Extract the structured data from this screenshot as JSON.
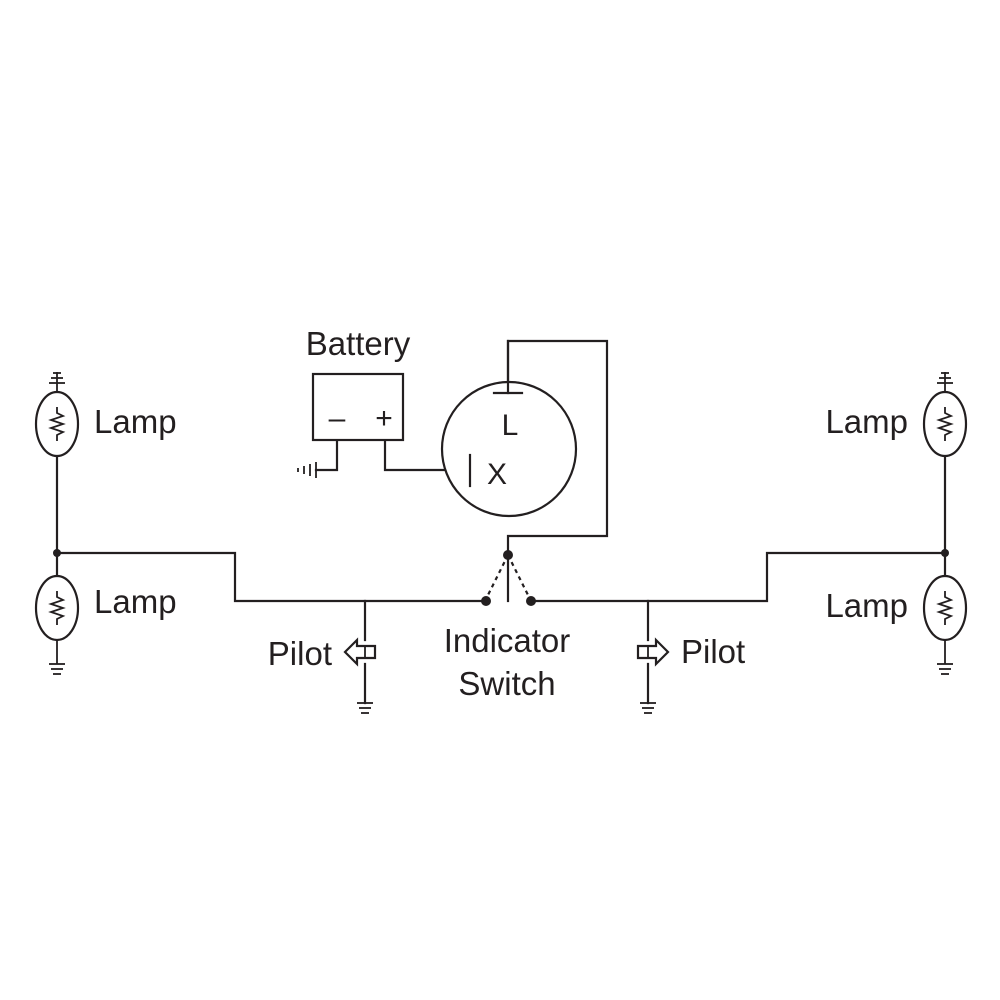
{
  "labels": {
    "battery": "Battery",
    "battery_negative": "–",
    "battery_positive": "+",
    "flasher_terminal_l": "L",
    "flasher_terminal_x": "X",
    "indicator_switch_line1": "Indicator",
    "indicator_switch_line2": "Switch",
    "lamp_left_top": "Lamp",
    "lamp_left_bottom": "Lamp",
    "lamp_right_top": "Lamp",
    "lamp_right_bottom": "Lamp",
    "pilot_left": "Pilot",
    "pilot_right": "Pilot"
  },
  "colors": {
    "line": "#231f20",
    "background": "#ffffff"
  },
  "icons": {
    "lamp": "lamp-icon",
    "ground": "ground-icon",
    "pilot": "pilot-arrow-icon",
    "flasher": "flasher-unit-icon",
    "battery": "battery-icon"
  }
}
